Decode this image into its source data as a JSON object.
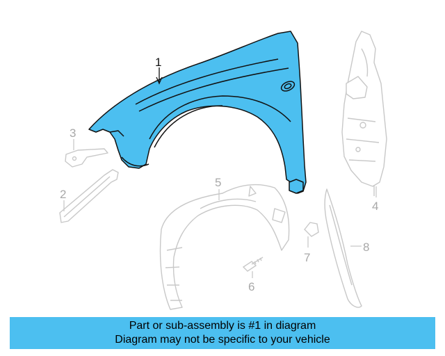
{
  "callouts": {
    "c1": "1",
    "c2": "2",
    "c3": "3",
    "c4": "4",
    "c5": "5",
    "c6": "6",
    "c7": "7",
    "c8": "8"
  },
  "highlighted_part": "1",
  "colors": {
    "highlight_fill": "#4cbff0",
    "outline_dark": "#111111",
    "ghost_line": "#c8c8c8",
    "ghost_text": "#a8a8a8",
    "banner": "#4cbff0"
  },
  "banner": {
    "line1": "Part or sub-assembly is #1 in diagram",
    "line2": "Diagram may not be specific to your vehicle"
  }
}
